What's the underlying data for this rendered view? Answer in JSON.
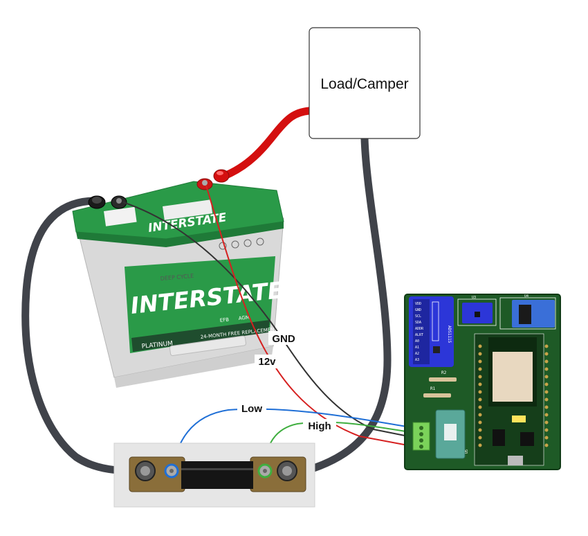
{
  "load_box": {
    "label": "Load/Camper"
  },
  "wire_labels": {
    "gnd": "GND",
    "v12": "12v",
    "low": "Low",
    "high": "High"
  },
  "battery": {
    "brand": "INTERSTATE",
    "lid_brand": "INTERSTATE",
    "deep_cycle": "DEEP CYCLE",
    "platinum": "PLATINUM",
    "warranty": "24-MONTH FREE REPLACEMENT",
    "efb": "EFB",
    "agm": "AGM"
  },
  "pcb": {
    "adc_title": "ADS1115",
    "adc_pins": [
      "VDD",
      "GND",
      "SCL",
      "SDA",
      "ADDR",
      "ALRT",
      "A0",
      "A1",
      "A2",
      "A3"
    ],
    "r1": "R1",
    "r2": "R2",
    "u3": "U3",
    "u4": "U4",
    "u5": "U5"
  },
  "colors": {
    "positive_wire": "#d40f0f",
    "negative_wire": "#40434a",
    "signal_low": "#1f6fd6",
    "signal_high": "#3fae3f",
    "signal_gnd": "#333333",
    "signal_12v": "#d62020",
    "battery_green": "#2a9a48",
    "pcb_green": "#1e5a26",
    "adc_blue": "#2c36d8"
  }
}
